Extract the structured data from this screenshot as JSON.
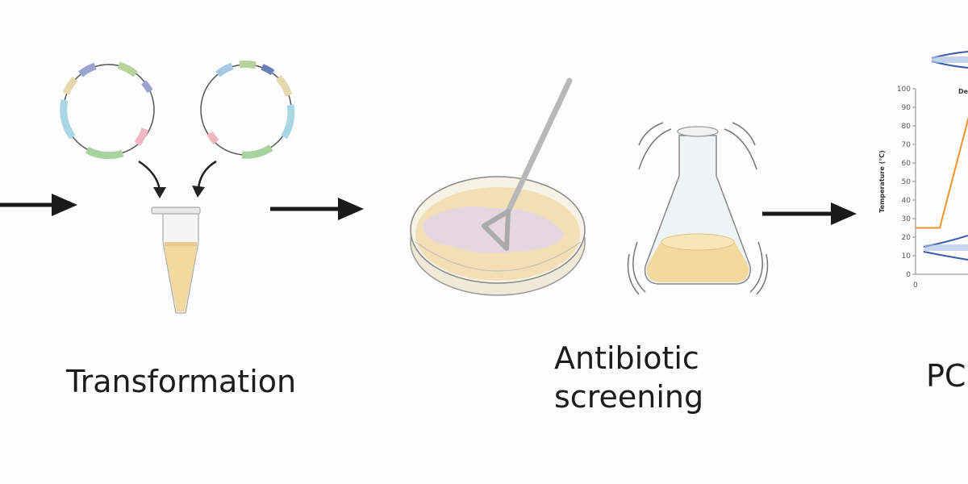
{
  "steps": {
    "transformation": "Transformation",
    "antibiotic_line1": "Antibiotic",
    "antibiotic_line2": "screening",
    "pcr": "PC"
  },
  "pcr_chart": {
    "ylabel": "Temperature (°C)",
    "y_ticks": [
      "100",
      "90",
      "80",
      "70",
      "60",
      "50",
      "40",
      "30",
      "20",
      "10",
      "0"
    ],
    "x_ticks": [
      "0"
    ],
    "top_label": "De"
  },
  "chart_data": {
    "type": "line",
    "title": "",
    "xlabel": "",
    "ylabel": "Temperature (°C)",
    "ylim": [
      0,
      100
    ],
    "x_ticks": [
      "0"
    ],
    "series": [
      {
        "x": [
          0,
          1,
          2.2
        ],
        "values": [
          25,
          25,
          85
        ]
      }
    ]
  },
  "colors": {
    "arrow": "#1a1a1a",
    "pcr_line": "#f0952a",
    "medium": "#f3d9a0",
    "dna": "#3c5caa"
  }
}
